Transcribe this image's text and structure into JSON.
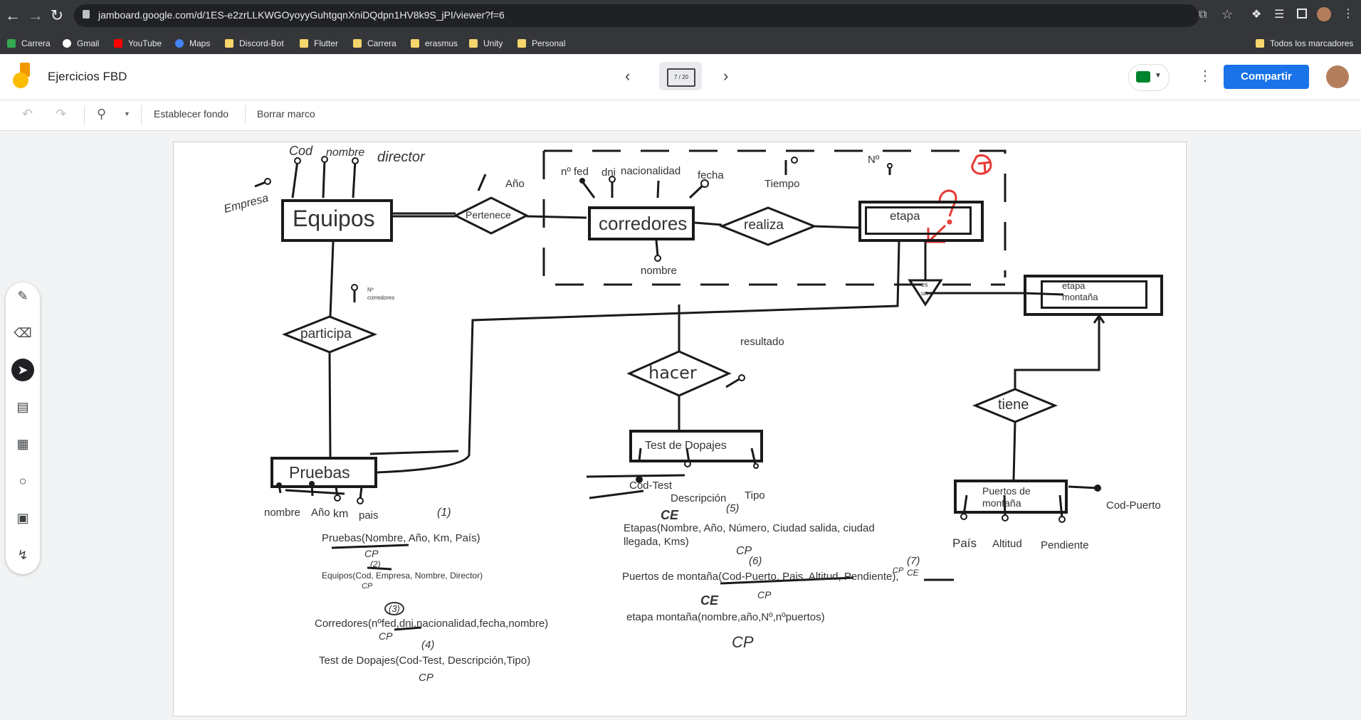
{
  "browser": {
    "url": "jamboard.google.com/d/1ES-e2zrLLKWGOyoyyGuhtgqnXniDQdpn1HV8k9S_jPI/viewer?f=6",
    "bookmarks": [
      "Carrera",
      "Gmail",
      "YouTube",
      "Maps",
      "Discord-Bot",
      "Flutter",
      "Carrera",
      "erasmus",
      "Unity",
      "Personal"
    ],
    "all_bookmarks": "Todos los marcadores"
  },
  "app": {
    "title": "Ejercicios FBD",
    "frame_counter": "7 / 20",
    "share_label": "Compartir"
  },
  "toolbar": {
    "set_background": "Establecer fondo",
    "clear_frame": "Borrar marco"
  },
  "diagram": {
    "entities": {
      "equipos": "Equipos",
      "corredores": "corredores",
      "etapa": "etapa",
      "etapa_montana": "etapa\nmontaña",
      "pruebas": "Pruebas",
      "test_dopajes": "Test de Dopajes",
      "puertos_montana": "Puertos de\nmontaña"
    },
    "relationships": {
      "pertenece": "Pertenece",
      "realiza": "realiza",
      "participa": "participa",
      "hacer": "hacer",
      "tiene": "tiene",
      "es_un": "es\nun"
    },
    "attributes": {
      "equipos": [
        "Empresa",
        "Cod",
        "nombre",
        "director"
      ],
      "pertenece": "Año",
      "corredores": [
        "nº fed",
        "dni",
        "nacionalidad",
        "fecha",
        "nombre"
      ],
      "realiza": "Tiempo",
      "etapa": "Nº",
      "participa": "Nº\ncorredores",
      "hacer": "resultado",
      "pruebas": [
        "nombre",
        "Año",
        "km",
        "pais"
      ],
      "test_dopajes": [
        "Cod-Test",
        "Descripción",
        "Tipo"
      ],
      "puertos": [
        "País",
        "Altitud",
        "Pendiente",
        "Cod-Puerto"
      ]
    },
    "relations_text": [
      "Pruebas(Nombre, Año, Km, País)",
      "Equipos(Cod, Empresa, Nombre, Director)",
      "Corredores(nºfed,dni,nacionalidad,fecha,nombre)",
      "Test de Dopajes(Cod-Test, Descripción,Tipo)",
      "Etapas(Nombre, Año, Número, Ciudad salida, ciudad",
      "llegada, Kms)",
      "Puertos de montaña(Cod-Puerto, Pais, Altitud, Pendiente),",
      "etapa montaña(nombre,año,Nº,nºpuertos)"
    ],
    "handwritten_notes": [
      "(1)",
      "CP",
      "(2)",
      "CP",
      "(3)",
      "CP",
      "(4)",
      "CP",
      "(5)",
      "CE",
      "CP",
      "(6)",
      "CE",
      "CP",
      "CP",
      "(7)",
      "CE",
      "CP"
    ]
  }
}
